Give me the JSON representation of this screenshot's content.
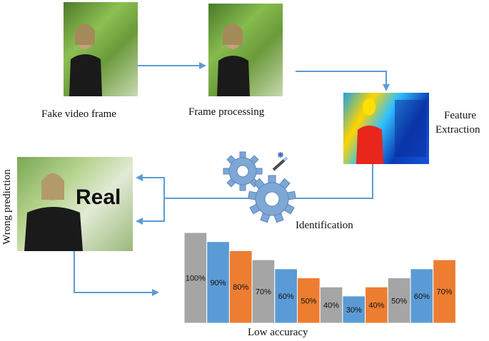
{
  "labels": {
    "fake_frame": "Fake video frame",
    "frame_processing": "Frame processing",
    "feature_extraction_line1": "Feature",
    "feature_extraction_line2": "Extraction",
    "identification": "Identification",
    "wrong_prediction": "Wrong prediction",
    "real_overlay": "Real",
    "low_accuracy": "Low accuracy"
  },
  "colors": {
    "arrow": "#5b9bd5",
    "gear": "#7fa7d6",
    "bar_blue": "#5b9bd5",
    "bar_orange": "#ed7d31",
    "bar_gray": "#a5a5a5"
  },
  "chart_data": {
    "type": "bar",
    "values": [
      100,
      90,
      80,
      70,
      60,
      50,
      40,
      30,
      40,
      50,
      60,
      70
    ],
    "value_labels": [
      "100%",
      "90%",
      "80%",
      "70%",
      "60%",
      "50%",
      "40%",
      "30%",
      "40%",
      "50%",
      "60%",
      "70%"
    ],
    "colors": [
      "gray",
      "blue",
      "orange",
      "gray",
      "blue",
      "orange",
      "gray",
      "blue",
      "orange",
      "gray",
      "blue",
      "orange"
    ],
    "xlabel": "Low accuracy",
    "ylim": [
      0,
      100
    ],
    "grid": false
  }
}
